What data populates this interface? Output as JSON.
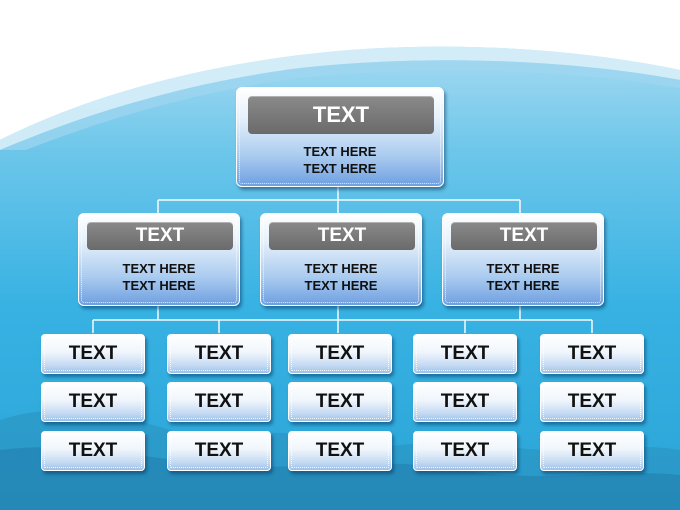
{
  "root": {
    "title": "TEXT",
    "lines": [
      "TEXT HERE",
      "TEXT HERE"
    ]
  },
  "branches": [
    {
      "title": "TEXT",
      "lines": [
        "TEXT HERE",
        "TEXT HERE"
      ]
    },
    {
      "title": "TEXT",
      "lines": [
        "TEXT HERE",
        "TEXT HERE"
      ]
    },
    {
      "title": "TEXT",
      "lines": [
        "TEXT HERE",
        "TEXT HERE"
      ]
    }
  ],
  "leaves": [
    [
      "TEXT",
      "TEXT",
      "TEXT"
    ],
    [
      "TEXT",
      "TEXT",
      "TEXT"
    ],
    [
      "TEXT",
      "TEXT",
      "TEXT"
    ],
    [
      "TEXT",
      "TEXT",
      "TEXT"
    ],
    [
      "TEXT",
      "TEXT",
      "TEXT"
    ]
  ],
  "colors": {
    "title_bar": "#707070",
    "box_gradient_bottom": "#6e9fe0",
    "connector": "#ffffff",
    "background": "#37b2e3"
  }
}
